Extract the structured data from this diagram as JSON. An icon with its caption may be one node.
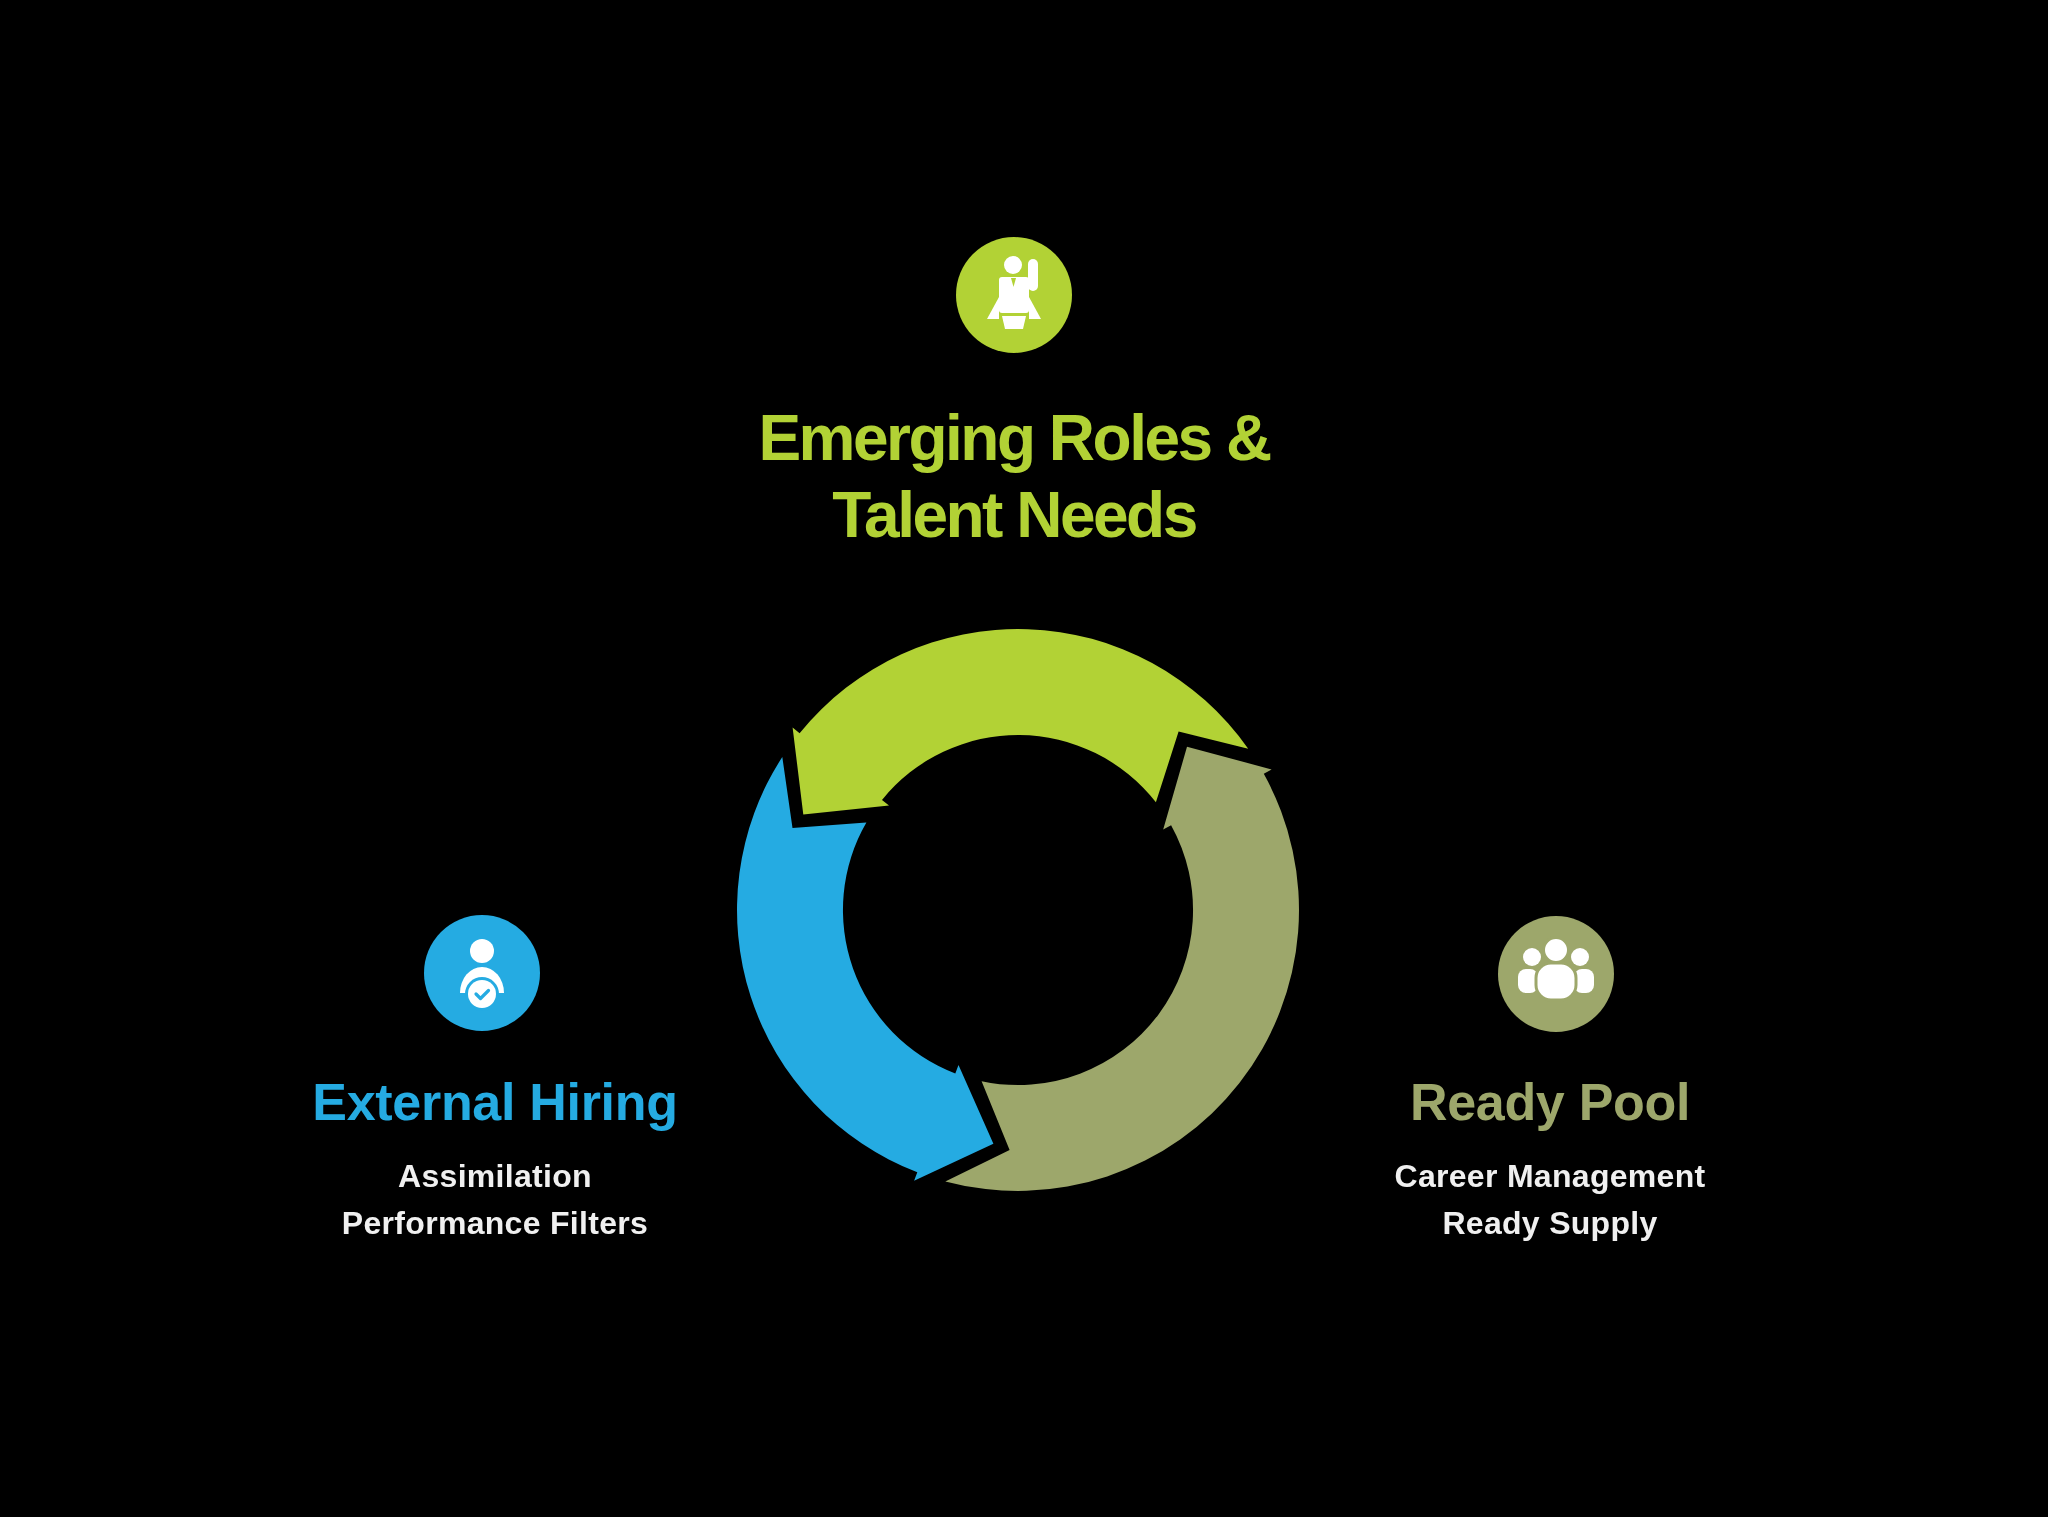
{
  "diagram": {
    "labels": [
      "Emerging Roles & Talent Needs",
      "External Hiring",
      "Assimilation",
      "Performance Filters",
      "Ready Pool",
      "Career Management",
      "Ready Supply"
    ]
  }
}
